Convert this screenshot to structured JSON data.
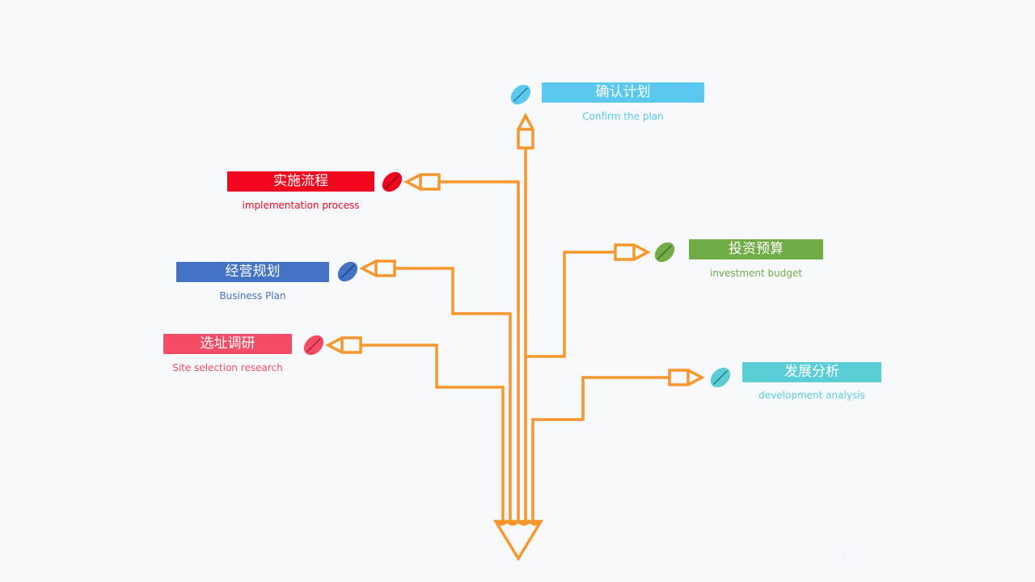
{
  "nodes": [
    {
      "id": "confirm",
      "title": "确认计划",
      "subtitle": "Confirm the plan",
      "color": "#5bc8f0",
      "leaf_icon": "leaf-icon"
    },
    {
      "id": "implementation",
      "title": "实施流程",
      "subtitle": "implementation process",
      "color": "#f0061d",
      "leaf_icon": "leaf-icon"
    },
    {
      "id": "business",
      "title": "经营规划",
      "subtitle": "Business Plan",
      "color": "#4472c4",
      "leaf_icon": "leaf-icon"
    },
    {
      "id": "site",
      "title": "选址调研",
      "subtitle": "Site selection research",
      "color": "#f44c64",
      "leaf_icon": "leaf-icon"
    },
    {
      "id": "budget",
      "title": "投资预算",
      "subtitle": "investment budget",
      "color": "#70ad47",
      "leaf_icon": "leaf-icon"
    },
    {
      "id": "development",
      "title": "发展分析",
      "subtitle": "development analysis",
      "color": "#5bcdd6",
      "leaf_icon": "leaf-icon"
    }
  ],
  "colors": {
    "pencil_stroke": "#f7962b",
    "background": "#f7f9fc"
  },
  "page_number": "5"
}
